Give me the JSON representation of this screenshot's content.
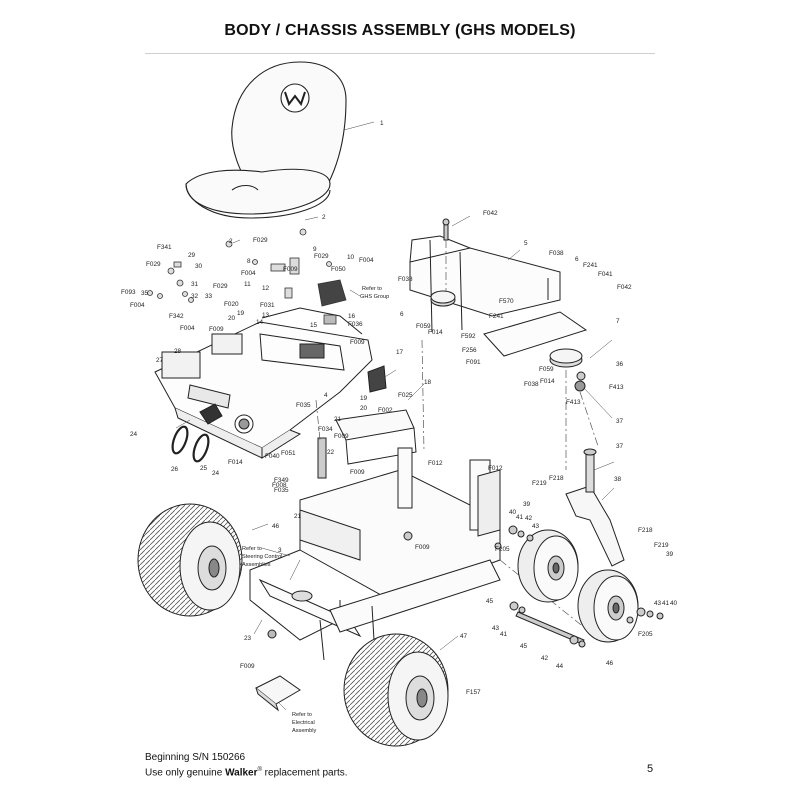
{
  "page": {
    "title": "BODY / CHASSIS ASSEMBLY (GHS MODELS)",
    "page_number": "5"
  },
  "footer": {
    "serial_line": "Beginning S/N 150266",
    "genuine_prefix": "Use only genuine ",
    "brand": "Walker",
    "registered": "®",
    "genuine_suffix": " replacement parts."
  },
  "notes": {
    "hydraulics_1": "Refer to",
    "hydraulics_2": "GHS Group",
    "steering_1": "Refer to",
    "steering_2": "Steering Control",
    "steering_3": "Assemblies",
    "electrical_1": "Refer to",
    "electrical_2": "Electrical",
    "electrical_3": "Assembly"
  },
  "callouts": [
    "1",
    "2",
    "2",
    "8",
    "9",
    "10",
    "11",
    "12",
    "13",
    "14",
    "15",
    "16",
    "17",
    "18",
    "19",
    "19",
    "20",
    "20",
    "21",
    "21",
    "22",
    "23",
    "24",
    "24",
    "25",
    "26",
    "27",
    "28",
    "29",
    "30",
    "31",
    "32",
    "33",
    "35",
    "36",
    "37",
    "37",
    "38",
    "39",
    "39",
    "40",
    "40",
    "41",
    "41",
    "41",
    "42",
    "42",
    "43",
    "43",
    "43",
    "44",
    "45",
    "45",
    "46",
    "46",
    "47",
    "3",
    "4",
    "5",
    "6",
    "6",
    "7",
    "F004",
    "F004",
    "F004",
    "F004",
    "F009",
    "F009",
    "F009",
    "F009",
    "F009",
    "F012",
    "F012",
    "F014",
    "F014",
    "F014",
    "F020",
    "F025",
    "F029",
    "F029",
    "F029",
    "F029",
    "F031",
    "F034",
    "F035",
    "F035",
    "F036",
    "F038",
    "F038",
    "F038",
    "F040",
    "F041",
    "F042",
    "F042",
    "F050",
    "F051",
    "F059",
    "F059",
    "F091",
    "F093",
    "F157",
    "F205",
    "F205",
    "F218",
    "F218",
    "F219",
    "F219",
    "F241",
    "F241",
    "F256",
    "F341",
    "F342",
    "F349",
    "F413",
    "F413",
    "F570",
    "F592",
    "F002",
    "F008",
    "F009",
    "F009"
  ]
}
